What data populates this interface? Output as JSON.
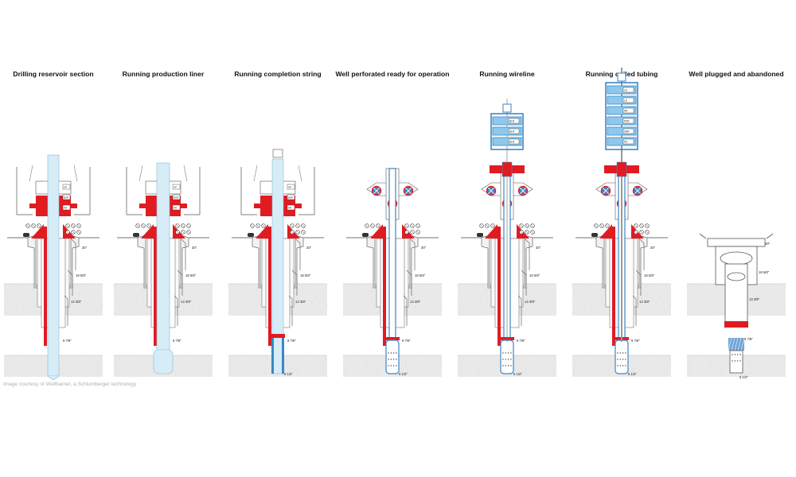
{
  "panels": [
    {
      "id": "drilling",
      "title": "Drilling reservoir section",
      "labels": {
        "c30": "30\"",
        "c18": "18 5/8\"",
        "c13": "13 3/8\"",
        "c9": "9 7/8\""
      }
    },
    {
      "id": "liner",
      "title": "Running production liner",
      "labels": {
        "c30": "30\"",
        "c18": "18 5/8\"",
        "c13": "13 3/8\"",
        "c9": "9 7/8\""
      }
    },
    {
      "id": "completion",
      "title": "Running completion string",
      "labels": {
        "c30": "30\"",
        "c18": "18 5/8\"",
        "c13": "13 3/8\"",
        "c9": "9 7/8\"",
        "c5": "5 1/2\""
      }
    },
    {
      "id": "perforated",
      "title": "Well perforated ready for operation",
      "labels": {
        "c30": "30\"",
        "c18": "18 5/8\"",
        "c13": "13 3/8\"",
        "c9": "9 7/8\"",
        "c5": "5 1/2\""
      }
    },
    {
      "id": "wireline",
      "title": "Running wireline",
      "labels": {
        "c30": "30\"",
        "c18": "18 5/8\"",
        "c13": "13 3/8\"",
        "c9": "9 7/8\"",
        "c5": "5 1/2\""
      },
      "stack": [
        "BLR",
        "BLR",
        "BLR"
      ]
    },
    {
      "id": "coiled",
      "title": "Running coiled tubing",
      "labels": {
        "c30": "30\"",
        "c18": "18 5/8\"",
        "c13": "13 3/8\"",
        "c9": "9 7/8\"",
        "c5": "5 1/2\""
      },
      "stack": [
        "LS",
        "LS",
        "SR",
        "PSR",
        "SSR",
        "PS"
      ]
    },
    {
      "id": "abandoned",
      "title": "Well plugged and abandoned",
      "labels": {
        "c30": "30\"",
        "c18": "18 5/8\"",
        "c13": "13 3/8\"",
        "c9": "9 7/8\"",
        "c5": "5 1/2\""
      }
    }
  ],
  "credit": "Image courtesy of Wellbarrier, a Schlumberger technology",
  "colors": {
    "barrier_red": "#e11b22",
    "fluid_blue": "#d6ecf7",
    "blue_outline": "#3d86c6",
    "bop_blue": "#8ec8ec",
    "ground": "#e9e9e9",
    "casing_grey": "#a8a8a8"
  }
}
